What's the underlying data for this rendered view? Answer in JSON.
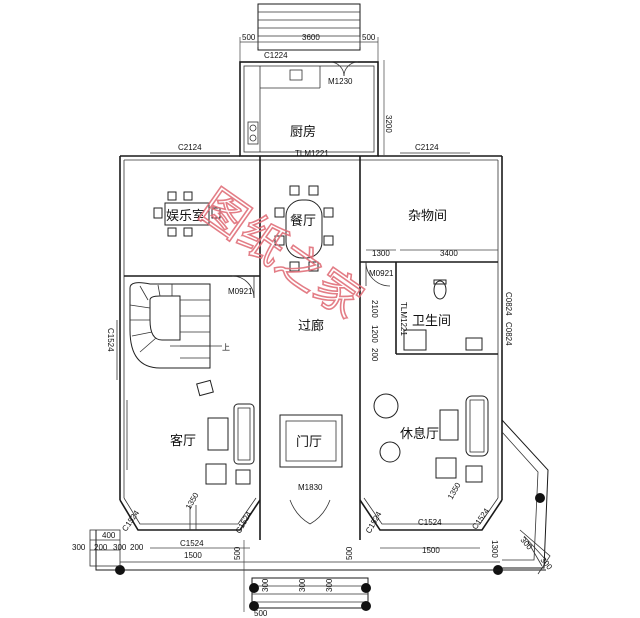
{
  "rooms": {
    "kitchen": "厨房",
    "dining": "餐厅",
    "entertainment": "娱乐室",
    "storage": "杂物间",
    "corridor": "过廊",
    "bathroom": "卫生间",
    "living": "客厅",
    "foyer": "门厅",
    "lounge": "休息厅",
    "stair_up": "上"
  },
  "codes": {
    "c1224": "C1224",
    "m1230": "M1230",
    "c2124_left": "C2124",
    "c2124_right": "C2124",
    "tlm1221_top": "TLM1221",
    "tlm1221_bath": "TLM1221",
    "m0921_left": "M0921",
    "m0921_right": "M0921",
    "m1830": "M1830",
    "c1524_ll": "C1524",
    "c1524_lr": "C1524",
    "c1524_rl": "C1524",
    "c1524_rr": "C1524",
    "c1524_bl": "C1524",
    "c1524_br": "C1524",
    "c1524_side": "C1524",
    "c0824_a": "C0824",
    "c0824_b": "C0824"
  },
  "dims": {
    "top_500_l": "500",
    "top_3600": "3600",
    "top_500_r": "500",
    "kitchen_3200": "3200",
    "d1300": "1300",
    "d3400": "3400",
    "d1500_l": "1500",
    "d1500_r": "1500",
    "d300_a": "300",
    "d400": "400",
    "d200_a": "200",
    "d300_b": "300",
    "d200_b": "200",
    "d1300_r": "1300",
    "d300_r": "300",
    "d300_r2": "300",
    "d300_bot1": "300",
    "d300_bot2": "300",
    "d300_bot3": "300",
    "d500_bot": "500",
    "d500_bot2": "500",
    "d500_bot3": "500",
    "d2100": "2100",
    "d1200": "1200",
    "d200_bath": "200",
    "d1350_l": "1350",
    "d1350_r": "1350",
    "d300_left": "300",
    "d200_left": "200"
  },
  "watermark": "图纸之家"
}
